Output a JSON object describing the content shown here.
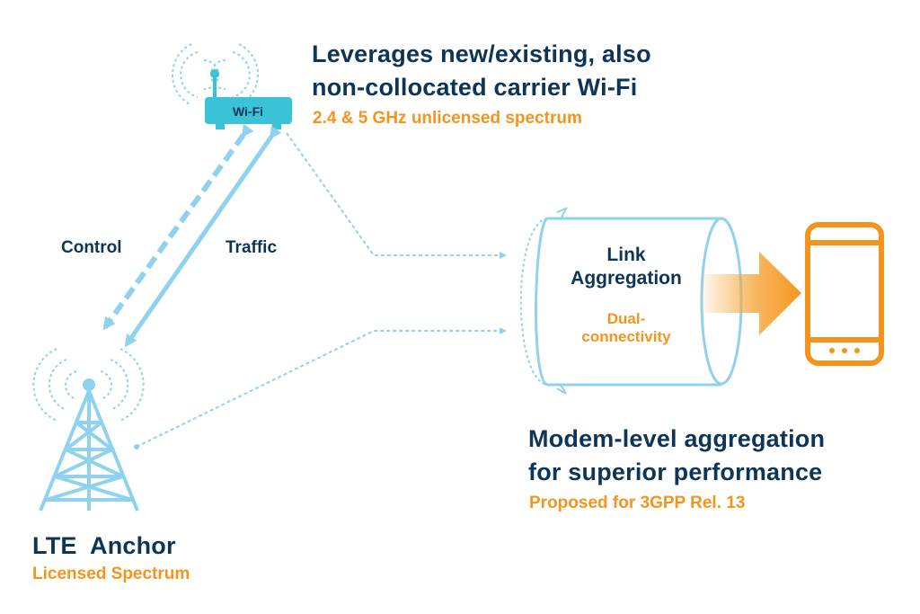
{
  "wifi": {
    "device_label": "Wi-Fi",
    "headline_line1": "Leverages new/existing, also",
    "headline_line2": "non-collocated carrier Wi-Fi",
    "spectrum": "2.4 & 5 GHz unlicensed spectrum"
  },
  "links": {
    "control_label": "Control",
    "traffic_label": "Traffic"
  },
  "aggregation": {
    "title_line1": "Link",
    "title_line2": "Aggregation",
    "mode_line1": "Dual-",
    "mode_line2": "connectivity"
  },
  "modem": {
    "headline_line1": "Modem-level aggregation",
    "headline_line2": "for superior performance",
    "note": "Proposed for 3GPP Rel. 13"
  },
  "lte": {
    "title": "LTE  Anchor",
    "spectrum": "Licensed Spectrum"
  },
  "colors": {
    "navy": "#0c3557",
    "orange": "#f5941d",
    "light_blue": "#8fd2ef",
    "teal": "#3ac2d6"
  },
  "icons": [
    "wifi-router-icon",
    "cell-tower-icon",
    "smartphone-icon",
    "link-aggregation-cylinder",
    "signal-waves-icon"
  ]
}
